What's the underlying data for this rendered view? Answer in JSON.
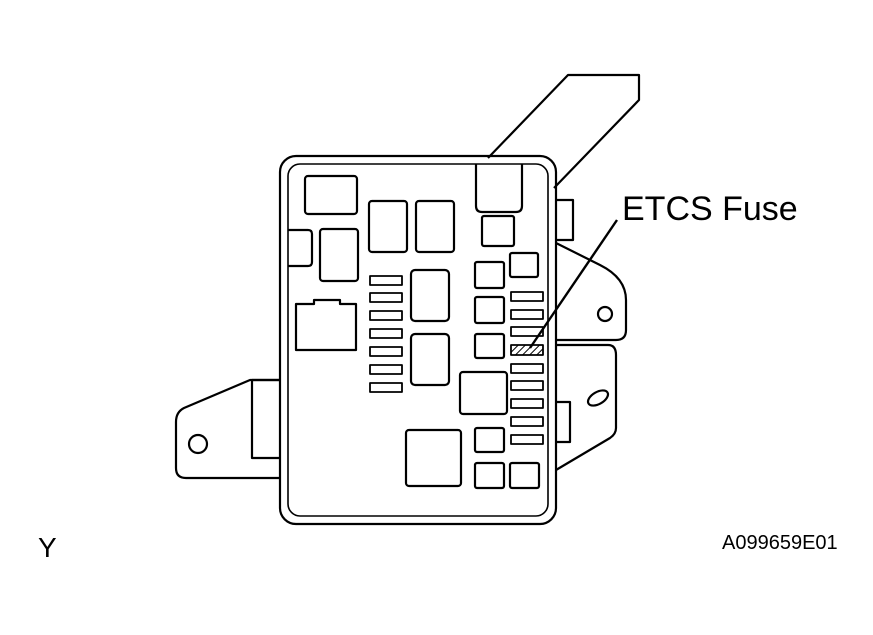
{
  "callout": {
    "label": "ETCS Fuse"
  },
  "corner": {
    "view_letter": "Y",
    "figure_code": "A099659E01"
  },
  "colors": {
    "line": "#000000",
    "background": "#ffffff"
  }
}
